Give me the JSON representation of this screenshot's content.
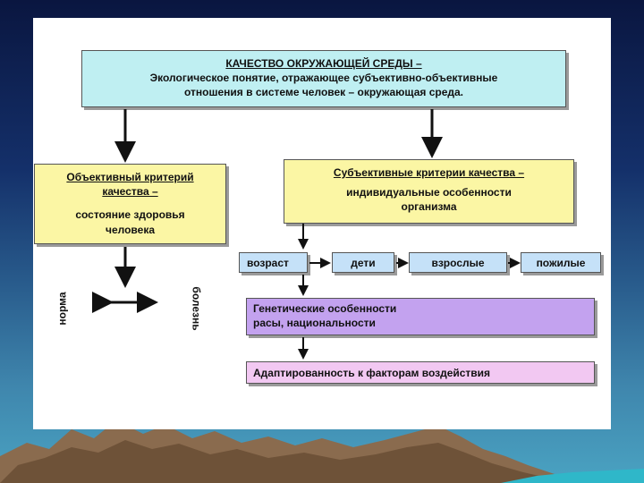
{
  "top_box": {
    "title": "КАЧЕСТВО ОКРУЖАЮЩЕЙ СРЕДЫ –",
    "line1": "Экологическое понятие, отражающее субъективно-объективные",
    "line2": "отношения в системе человек – окружающая среда."
  },
  "objective_box": {
    "title1": "Объективный критерий",
    "title2": "качества –",
    "text1": "состояние здоровья",
    "text2": "человека"
  },
  "subjective_box": {
    "title": "Субъективные критерии качества –",
    "text1": "индивидуальные особенности",
    "text2": "организма"
  },
  "age_row": [
    "возраст",
    "дети",
    "взрослые",
    "пожилые"
  ],
  "genetic_box": {
    "line1": "Генетические особенности",
    "line2": "расы, национальности"
  },
  "adapt_box": {
    "text": "Адаптированность к факторам воздействия"
  },
  "side_labels": {
    "left": "норма",
    "right": "болезнь"
  }
}
